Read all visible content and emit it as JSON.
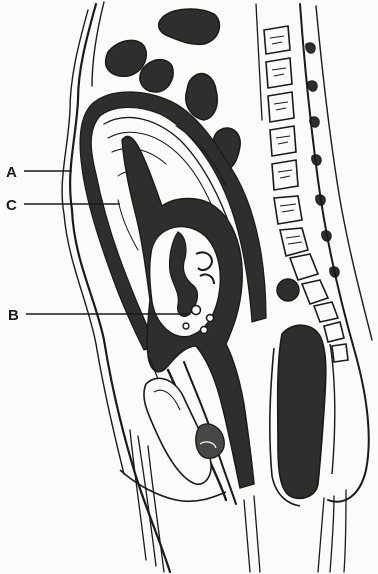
{
  "labels": {
    "a": "A",
    "b": "B",
    "c": "C"
  },
  "colors": {
    "ink": "#1a1a1a",
    "fill_dark": "#2e2e2e",
    "fill_mid": "#474747",
    "paper": "#fbfbf9"
  }
}
